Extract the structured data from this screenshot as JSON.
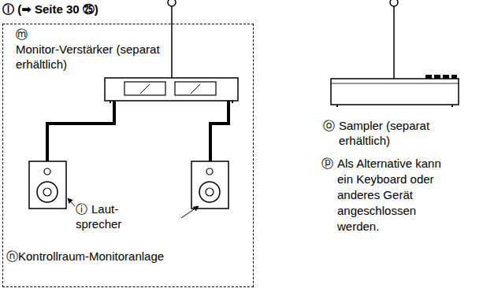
{
  "diagram": {
    "nodes": [
      {
        "text": [
          "ⓝKontrollraum-Monitoranlage"
        ]
      }
    ],
    "labels": [
      "ⓛ (➡ Seite 30 ㉕)",
      "ⓜ",
      "Monitor-Verstärker (separat erhältlich)",
      "ⓘ",
      "Laut- sprecher",
      "ⓞ",
      "Sampler (separat erhältlich)",
      "ⓟ",
      "Als Alternative kann ein Keyboard oder anderes Gerät angeschlossen werden."
    ]
  }
}
